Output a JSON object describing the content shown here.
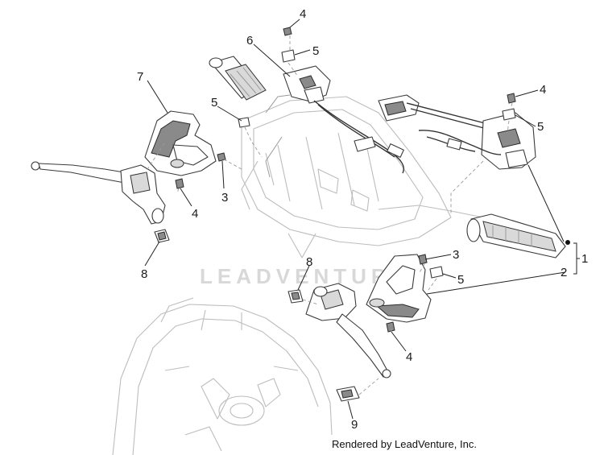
{
  "callouts": {
    "c1": "1",
    "c2": "2",
    "c3a": "3",
    "c3b": "3",
    "c4a": "4",
    "c4b": "4",
    "c4c": "4",
    "c4d": "4",
    "c5a": "5",
    "c5b": "5",
    "c5c": "5",
    "c5d": "5",
    "c6": "6",
    "c7": "7",
    "c8a": "8",
    "c8b": "8",
    "c9": "9"
  },
  "watermark": "LEADVENTURE",
  "credit": "Rendered by LeadVenture, Inc."
}
